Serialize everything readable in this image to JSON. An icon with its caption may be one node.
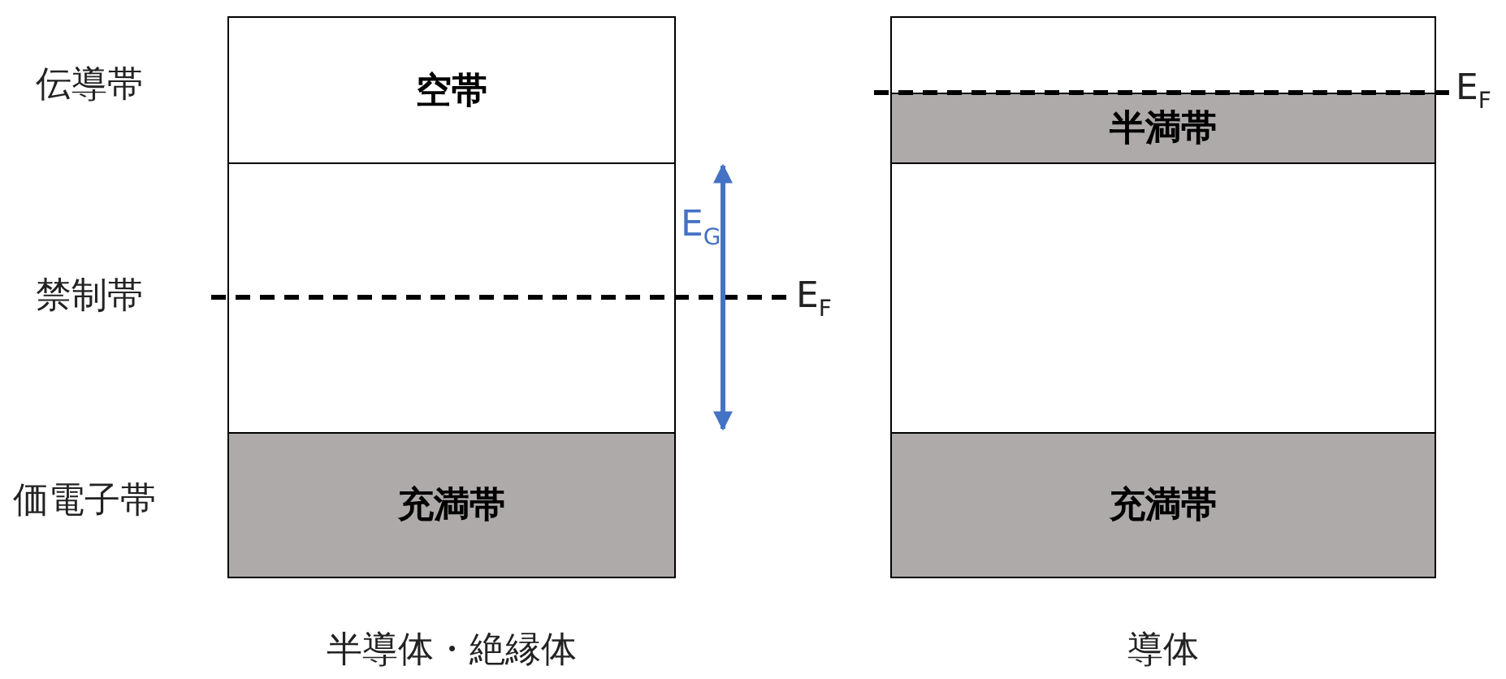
{
  "diagram": {
    "nodes": [
      {
        "text": [
          "空帯"
        ]
      },
      {
        "text": [],
        "shape": "box"
      },
      {
        "text": [
          "充満帯"
        ]
      },
      {
        "text": [],
        "shape": "box"
      },
      {
        "text": [
          "半満帯"
        ]
      },
      {
        "text": [],
        "shape": "box"
      },
      {
        "text": [
          "充満帯"
        ]
      }
    ],
    "labels": [
      "伝導帯",
      "E$_{F}$",
      "E$_{G}$",
      "禁制帯",
      "E$_{F}$",
      "価電子帯",
      "半導体・絶縁体",
      "導体"
    ]
  }
}
